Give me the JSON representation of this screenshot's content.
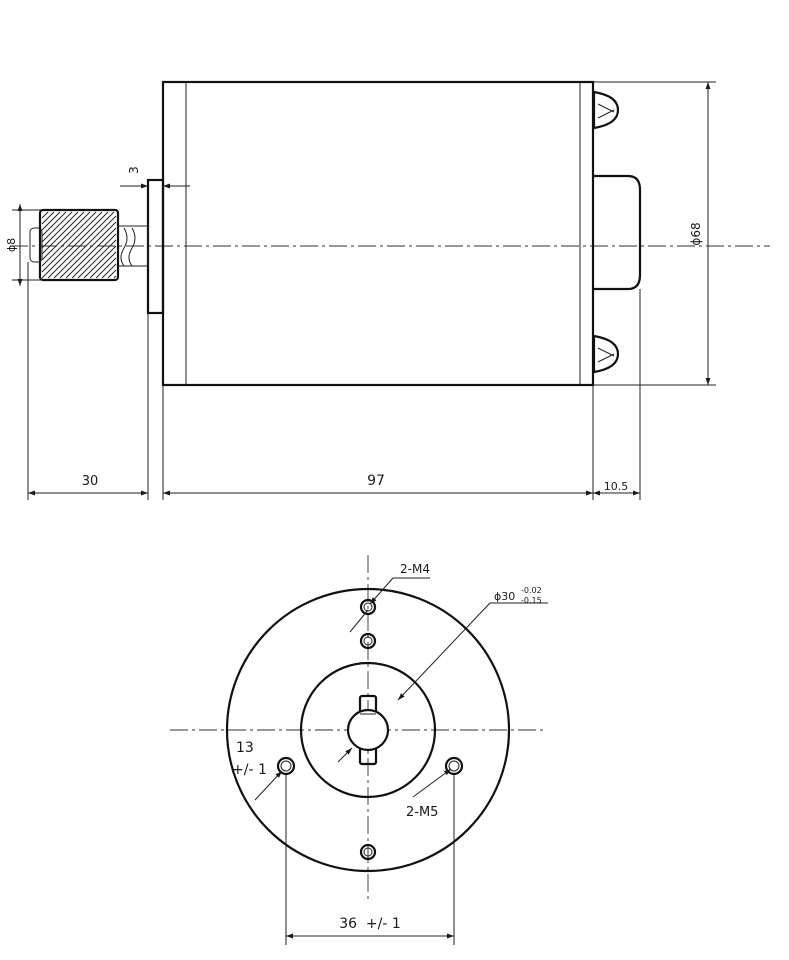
{
  "side_view": {
    "dims": {
      "shaft_diameter": "ϕ8",
      "body_diameter": "ϕ68",
      "flange_thickness": "3",
      "shaft_length": "30",
      "body_length": "97",
      "rear_length": "10.5"
    }
  },
  "front_view": {
    "labels": {
      "top_holes": "2-M4",
      "pilot_diameter": "ϕ30",
      "pilot_tol_upper": "-0.02",
      "pilot_tol_lower": "-0.15",
      "side_holes": "2-M5",
      "hole_offset_value": "13",
      "hole_offset_tol": "+/- 1",
      "hole_spacing": "36  +/- 1"
    }
  }
}
